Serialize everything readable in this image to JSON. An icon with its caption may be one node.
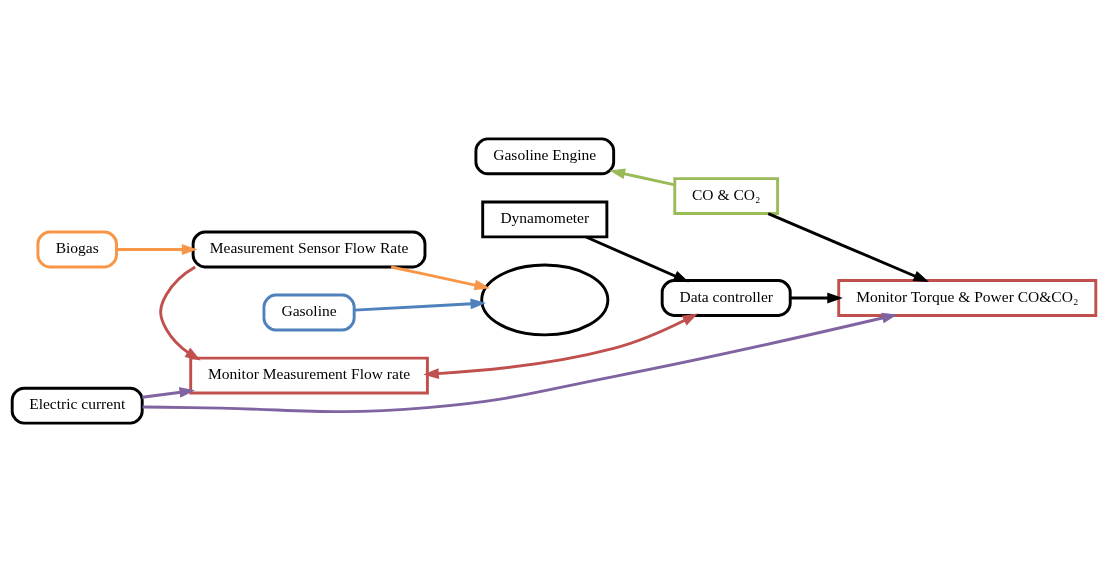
{
  "diagram": {
    "nodes": [
      {
        "text": [
          "Biogas"
        ]
      },
      {
        "text": [
          "Measurement Sensor Flow Rate"
        ]
      },
      {
        "text": [
          "Monitor Measurement Flow rate"
        ]
      },
      {
        "text": [
          "Gasoline Engine"
        ]
      },
      {
        "text": [],
        "shape": "ellipse"
      },
      {
        "text": [
          "Dynamometer"
        ]
      },
      {
        "text": [
          "CO & CO₂"
        ]
      },
      {
        "text": [
          "Gasoline"
        ]
      },
      {
        "text": [
          "Data controller"
        ]
      },
      {
        "text": [
          "Electric current"
        ]
      },
      {
        "text": [
          "Monitor Torque & Power CO&CO₂"
        ]
      }
    ],
    "edges": [
      {
        "from": 0,
        "to": 1,
        "arrow": "to",
        "color": "#f79646"
      },
      {
        "from": 1,
        "to": 4,
        "arrow": "to",
        "color": "#f79646"
      },
      {
        "from": 1,
        "to": 2,
        "arrow": "to",
        "color": "#c0504d"
      },
      {
        "from": 7,
        "to": 4,
        "arrow": "to",
        "color": "#4f81bd"
      },
      {
        "from": 6,
        "to": 3,
        "arrow": "to",
        "color": "#9bbb59"
      },
      {
        "from": 5,
        "to": 8,
        "arrow": "to"
      },
      {
        "from": 2,
        "to": 8,
        "arrow": "both",
        "color": "#c0504d"
      },
      {
        "from": 8,
        "to": 10,
        "arrow": "to"
      },
      {
        "from": 6,
        "to": 10,
        "arrow": "to"
      },
      {
        "from": 9,
        "to": 2,
        "arrow": "to",
        "color": "#8064a2"
      },
      {
        "from": 9,
        "to": 10,
        "arrow": "to",
        "color": "#8064a2"
      }
    ]
  }
}
